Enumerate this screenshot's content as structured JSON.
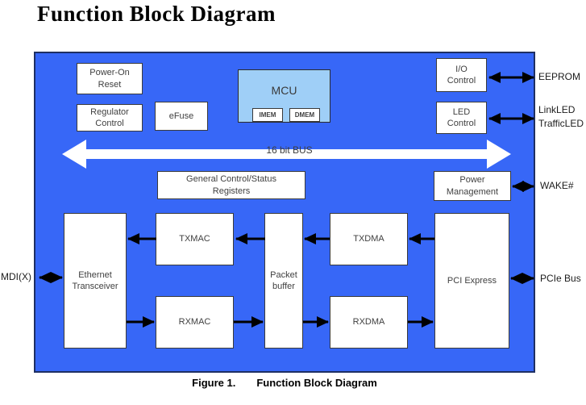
{
  "title": "Function Block Diagram",
  "colors": {
    "diagram_bg": "#3767F7",
    "diagram_border": "#1E2F63",
    "mcu_fill": "#9FCFF7",
    "block_fill": "#FFFFFF",
    "block_text": "#404040",
    "arrow_color": "#000000",
    "bus_fill": "#FFFFFF"
  },
  "blocks": {
    "power_on_reset": "Power-On Reset",
    "regulator_control": "Regulator Control",
    "efuse": "eFuse",
    "mcu": "MCU",
    "imem": "IMEM",
    "dmem": "DMEM",
    "io_control": "I/O Control",
    "led_control": "LED Control",
    "general_registers": "General Control/Status Registers",
    "power_management": "Power Management",
    "ethernet_transceiver": "Ethernet Transceiver",
    "txmac": "TXMAC",
    "rxmac": "RXMAC",
    "packet_buffer": "Packet buffer",
    "txdma": "TXDMA",
    "rxdma": "RXDMA",
    "pci_express": "PCI Express"
  },
  "bus": {
    "label": "16 bit BUS"
  },
  "external_labels": {
    "eeprom": "EEPROM",
    "link_led": "LinkLED",
    "traffic_led": "TrafficLED",
    "wake": "WAKE#",
    "mdi": "MDI(X)",
    "pcie_bus": "PCIe Bus"
  },
  "caption": {
    "figure_label": "Figure 1.",
    "figure_title": "Function Block Diagram"
  }
}
